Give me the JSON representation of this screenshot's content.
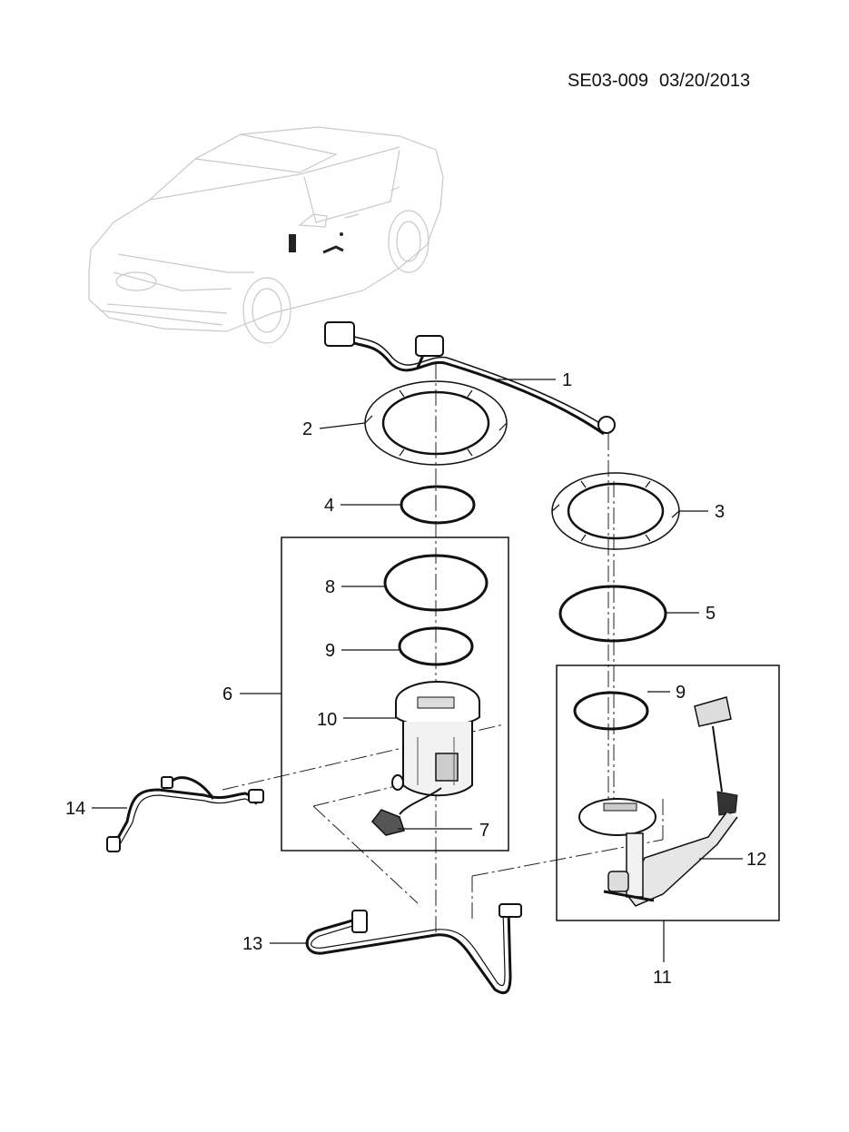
{
  "header": {
    "code": "SE03-009",
    "date": "03/20/2013"
  },
  "callouts": [
    {
      "id": "1",
      "label": "1"
    },
    {
      "id": "2",
      "label": "2"
    },
    {
      "id": "3",
      "label": "3"
    },
    {
      "id": "4",
      "label": "4"
    },
    {
      "id": "5",
      "label": "5"
    },
    {
      "id": "6",
      "label": "6"
    },
    {
      "id": "7",
      "label": "7"
    },
    {
      "id": "8",
      "label": "8"
    },
    {
      "id": "9a",
      "label": "9"
    },
    {
      "id": "9b",
      "label": "9"
    },
    {
      "id": "10",
      "label": "10"
    },
    {
      "id": "11",
      "label": "11"
    },
    {
      "id": "12",
      "label": "12"
    },
    {
      "id": "13",
      "label": "13"
    },
    {
      "id": "14",
      "label": "14"
    }
  ]
}
